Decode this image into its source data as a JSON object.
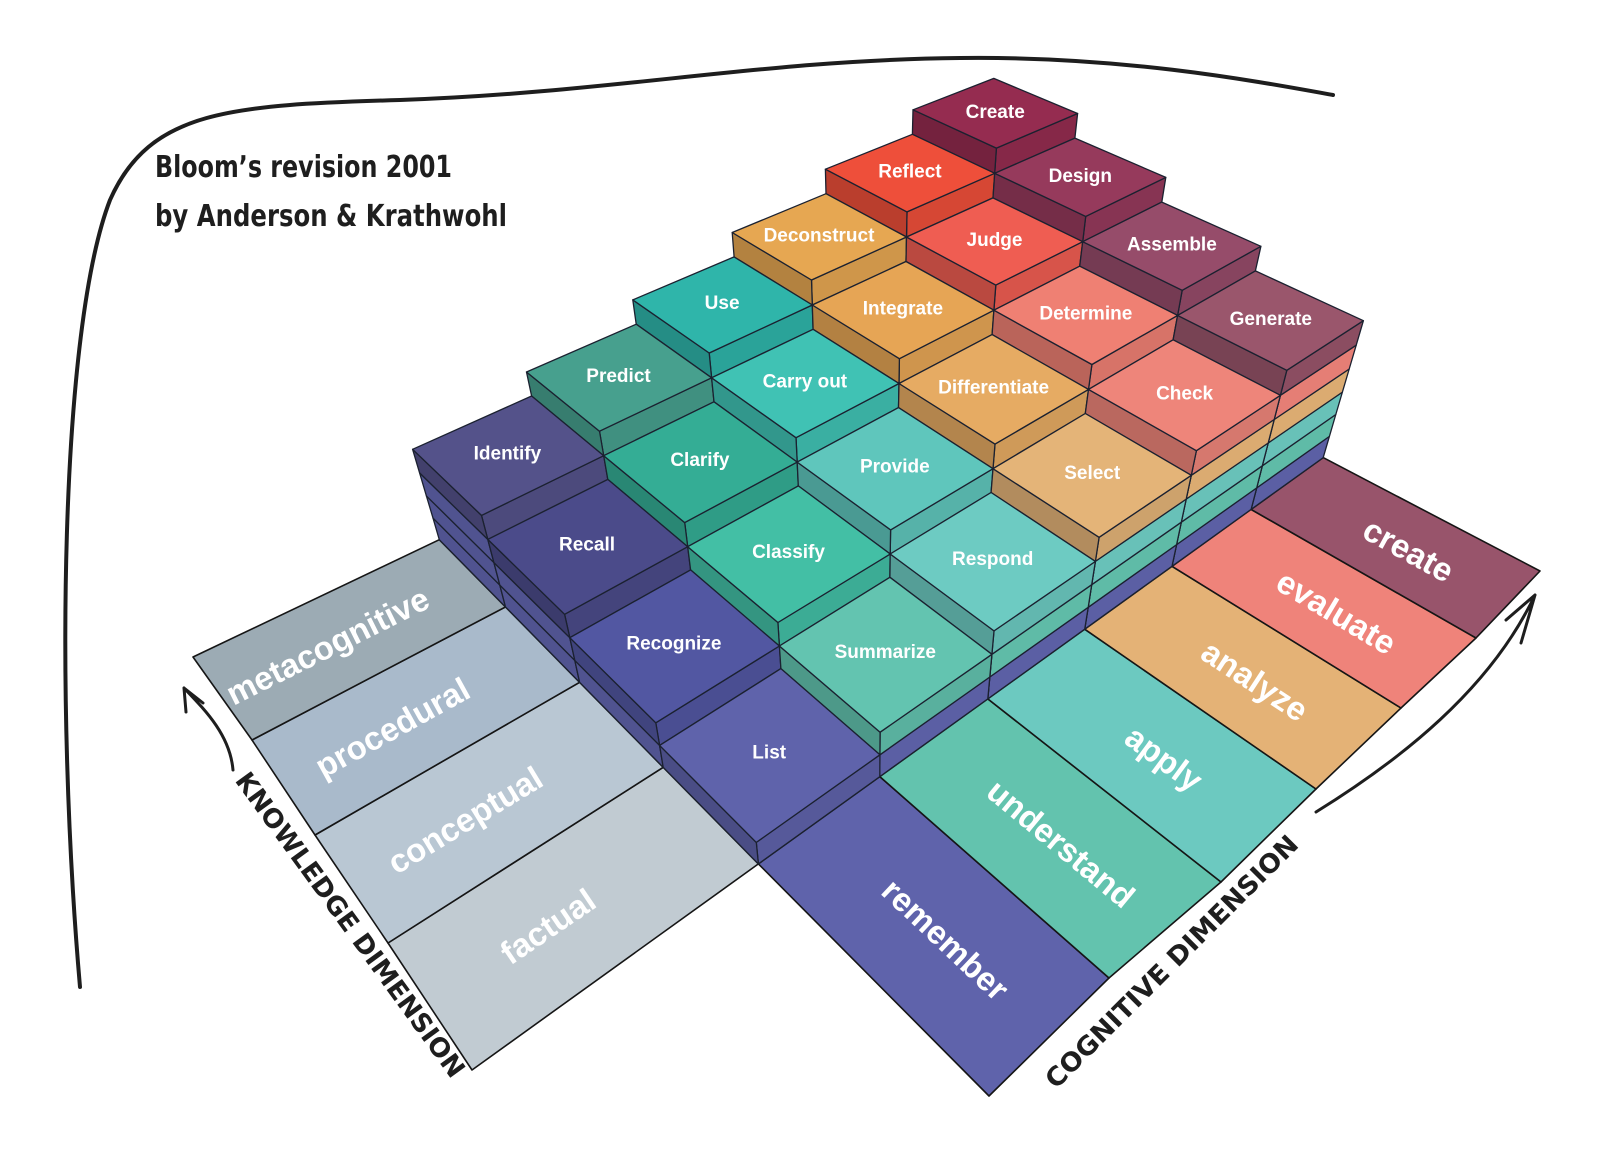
{
  "title": {
    "line1": "Bloom’s revision 2001",
    "line2": "by Anderson & Krathwohl"
  },
  "axes": {
    "knowledge_label": "KNOWLEDGE DIMENSION",
    "cognitive_label": "COGNITIVE DIMENSION"
  },
  "knowledge_levels": [
    {
      "label": "factual",
      "color": "#c1cbd2"
    },
    {
      "label": "conceptual",
      "color": "#b9c7d3"
    },
    {
      "label": "procedural",
      "color": "#a9bacb"
    },
    {
      "label": "metacognitive",
      "color": "#9cabb4"
    }
  ],
  "cognitive_levels": [
    {
      "label": "remember",
      "color": "#5f63ab"
    },
    {
      "label": "understand",
      "color": "#63c3ae"
    },
    {
      "label": "apply",
      "color": "#6cc9c0"
    },
    {
      "label": "analyze",
      "color": "#e4b276"
    },
    {
      "label": "evaluate",
      "color": "#ef837a"
    },
    {
      "label": "create",
      "color": "#98546b"
    }
  ],
  "grid": [
    {
      "knowledge": "factual",
      "cells": [
        {
          "verb": "List",
          "color": "#5f63ab"
        },
        {
          "verb": "Summarize",
          "color": "#63c4b0"
        },
        {
          "verb": "Respond",
          "color": "#6dcbc2"
        },
        {
          "verb": "Select",
          "color": "#e4b478"
        },
        {
          "verb": "Check",
          "color": "#ee857a"
        },
        {
          "verb": "Generate",
          "color": "#9a566c"
        }
      ]
    },
    {
      "knowledge": "conceptual",
      "cells": [
        {
          "verb": "Recognize",
          "color": "#5257a2"
        },
        {
          "verb": "Classify",
          "color": "#43bfa5"
        },
        {
          "verb": "Provide",
          "color": "#5fc6bc"
        },
        {
          "verb": "Differentiate",
          "color": "#e6ab63"
        },
        {
          "verb": "Determine",
          "color": "#ef8073"
        },
        {
          "verb": "Assemble",
          "color": "#964c6a"
        }
      ]
    },
    {
      "knowledge": "procedural",
      "cells": [
        {
          "verb": "Recall",
          "color": "#4b4b8a"
        },
        {
          "verb": "Clarify",
          "color": "#34ad95"
        },
        {
          "verb": "Carry out",
          "color": "#40c2b4"
        },
        {
          "verb": "Integrate",
          "color": "#e6a555"
        },
        {
          "verb": "Judge",
          "color": "#ef5d52"
        },
        {
          "verb": "Design",
          "color": "#963a5c"
        }
      ]
    },
    {
      "knowledge": "metacognitive",
      "cells": [
        {
          "verb": "Identify",
          "color": "#54528a"
        },
        {
          "verb": "Predict",
          "color": "#47a08e"
        },
        {
          "verb": "Use",
          "color": "#2fb5aa"
        },
        {
          "verb": "Deconstruct",
          "color": "#e6a752"
        },
        {
          "verb": "Reflect",
          "color": "#ee4f3a"
        },
        {
          "verb": "Create",
          "color": "#952c50"
        }
      ]
    }
  ]
}
